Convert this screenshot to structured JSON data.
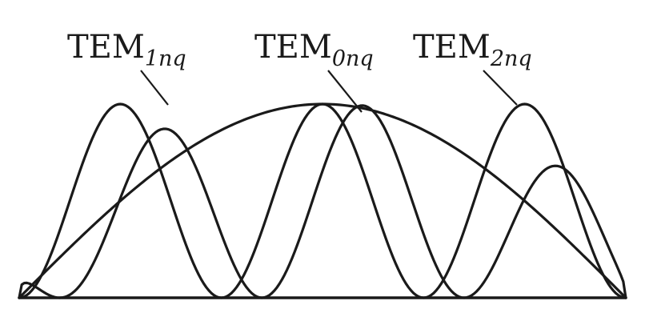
{
  "figure": {
    "labels": [
      {
        "id": "tem1",
        "base": "TEM",
        "subscript": "1nq"
      },
      {
        "id": "tem0",
        "base": "TEM",
        "subscript": "0nq"
      },
      {
        "id": "tem2",
        "base": "TEM",
        "subscript": "2nq"
      }
    ],
    "colors": {
      "stroke": "#1a1a1a",
      "background": "#ffffff"
    }
  }
}
